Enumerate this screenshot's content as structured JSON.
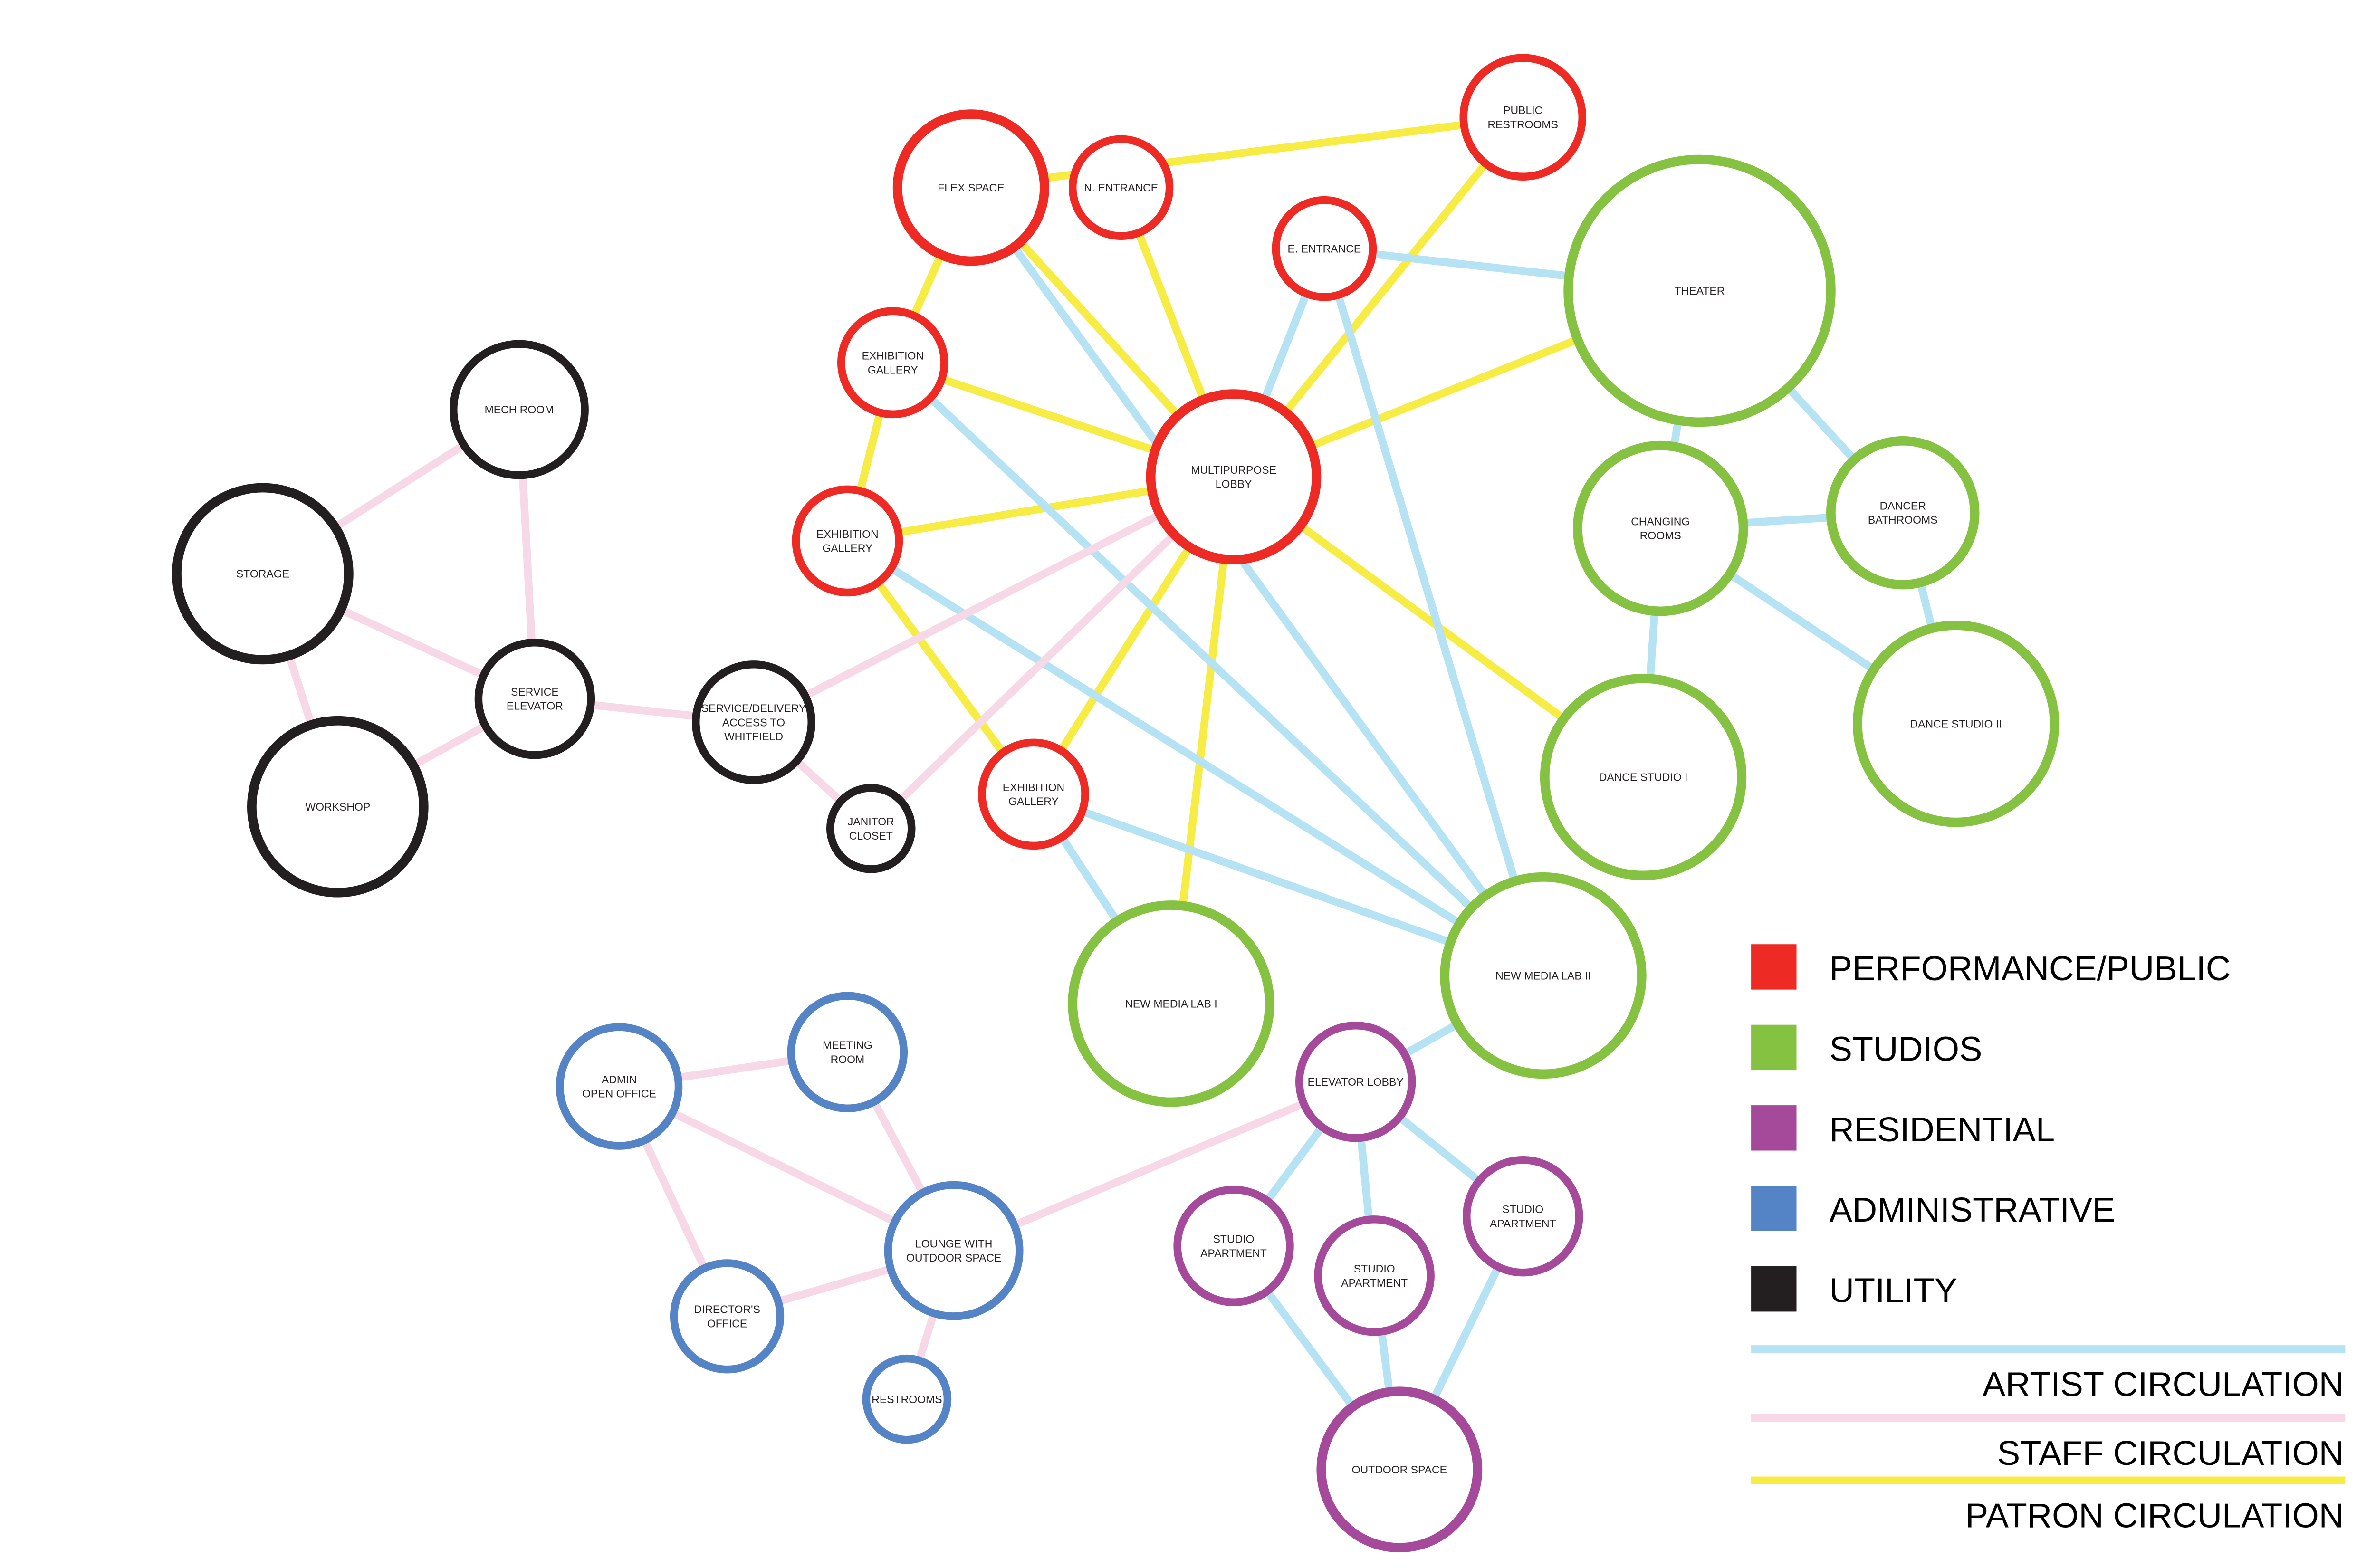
{
  "colors": {
    "performance": "#ee2a24",
    "studios": "#86c241",
    "residential": "#a54a9b",
    "administrative": "#5584c6",
    "utility": "#231f20",
    "artist": "#b6e3f4",
    "staff": "#f7d8e7",
    "patron": "#f6ec43"
  },
  "nodes": [
    {
      "id": "flex",
      "category": "performance",
      "label": [
        "FLEX SPACE"
      ]
    },
    {
      "id": "n_entrance",
      "category": "performance",
      "label": [
        "N. ENTRANCE"
      ]
    },
    {
      "id": "e_entrance",
      "category": "performance",
      "label": [
        "E. ENTRANCE"
      ]
    },
    {
      "id": "public_restrooms",
      "category": "performance",
      "label": [
        "PUBLIC",
        "RESTROOMS"
      ]
    },
    {
      "id": "exhibition_1",
      "category": "performance",
      "label": [
        "EXHIBITION",
        "GALLERY"
      ]
    },
    {
      "id": "exhibition_2",
      "category": "performance",
      "label": [
        "EXHIBITION",
        "GALLERY"
      ]
    },
    {
      "id": "multipurpose",
      "category": "performance",
      "label": [
        "MULTIPURPOSE",
        "LOBBY"
      ]
    },
    {
      "id": "exhibition_3",
      "category": "performance",
      "label": [
        "EXHIBITION",
        "GALLERY"
      ]
    },
    {
      "id": "theater",
      "category": "studios",
      "label": [
        "THEATER"
      ]
    },
    {
      "id": "changing",
      "category": "studios",
      "label": [
        "CHANGING",
        "ROOMS"
      ]
    },
    {
      "id": "dancer_bath",
      "category": "studios",
      "label": [
        "DANCER",
        "BATHROOMS"
      ]
    },
    {
      "id": "dance_1",
      "category": "studios",
      "label": [
        "DANCE STUDIO I"
      ]
    },
    {
      "id": "dance_2",
      "category": "studios",
      "label": [
        "DANCE STUDIO II"
      ]
    },
    {
      "id": "nml_1",
      "category": "studios",
      "label": [
        "NEW MEDIA LAB I"
      ]
    },
    {
      "id": "nml_2",
      "category": "studios",
      "label": [
        "NEW MEDIA LAB II"
      ]
    },
    {
      "id": "elevator_lobby",
      "category": "residential",
      "label": [
        "ELEVATOR LOBBY"
      ]
    },
    {
      "id": "apt_1",
      "category": "residential",
      "label": [
        "STUDIO",
        "APARTMENT"
      ]
    },
    {
      "id": "apt_2",
      "category": "residential",
      "label": [
        "STUDIO",
        "APARTMENT"
      ]
    },
    {
      "id": "apt_3",
      "category": "residential",
      "label": [
        "STUDIO",
        "APARTMENT"
      ]
    },
    {
      "id": "outdoor",
      "category": "residential",
      "label": [
        "OUTDOOR SPACE"
      ]
    },
    {
      "id": "admin",
      "category": "administrative",
      "label": [
        "ADMIN",
        "OPEN OFFICE"
      ]
    },
    {
      "id": "meeting",
      "category": "administrative",
      "label": [
        "MEETING",
        "ROOM"
      ]
    },
    {
      "id": "lounge",
      "category": "administrative",
      "label": [
        "LOUNGE WITH",
        "OUTDOOR SPACE"
      ]
    },
    {
      "id": "director",
      "category": "administrative",
      "label": [
        "DIRECTOR'S",
        "OFFICE"
      ]
    },
    {
      "id": "restrooms",
      "category": "administrative",
      "label": [
        "RESTROOMS"
      ]
    },
    {
      "id": "mech",
      "category": "utility",
      "label": [
        "MECH ROOM"
      ]
    },
    {
      "id": "storage",
      "category": "utility",
      "label": [
        "STORAGE"
      ]
    },
    {
      "id": "service_elevator",
      "category": "utility",
      "label": [
        "SERVICE",
        "ELEVATOR"
      ]
    },
    {
      "id": "workshop",
      "category": "utility",
      "label": [
        "WORKSHOP"
      ]
    },
    {
      "id": "service_delivery",
      "category": "utility",
      "label": [
        "SERVICE/DELIVERY",
        "ACCESS TO",
        "WHITFIELD"
      ]
    },
    {
      "id": "janitor",
      "category": "utility",
      "label": [
        "JANITOR",
        "CLOSET"
      ]
    }
  ],
  "edges": [
    {
      "type": "patron",
      "from": "flex",
      "to": "public_restrooms"
    },
    {
      "type": "patron",
      "from": "flex",
      "to": "exhibition_1"
    },
    {
      "type": "patron",
      "from": "flex",
      "to": "multipurpose"
    },
    {
      "type": "patron",
      "from": "n_entrance",
      "to": "multipurpose"
    },
    {
      "type": "patron",
      "from": "public_restrooms",
      "to": "multipurpose"
    },
    {
      "type": "patron",
      "from": "theater",
      "to": "multipurpose"
    },
    {
      "type": "patron",
      "from": "exhibition_1",
      "to": "multipurpose"
    },
    {
      "type": "patron",
      "from": "exhibition_1",
      "to": "exhibition_2"
    },
    {
      "type": "patron",
      "from": "exhibition_2",
      "to": "multipurpose"
    },
    {
      "type": "patron",
      "from": "exhibition_2",
      "to": "exhibition_3"
    },
    {
      "type": "patron",
      "from": "multipurpose",
      "to": "exhibition_3"
    },
    {
      "type": "patron",
      "from": "multipurpose",
      "to": "nml_1"
    },
    {
      "type": "patron",
      "from": "multipurpose",
      "to": "dance_1"
    },
    {
      "type": "artist",
      "from": "e_entrance",
      "to": "theater"
    },
    {
      "type": "artist",
      "from": "e_entrance",
      "to": "multipurpose"
    },
    {
      "type": "artist",
      "from": "e_entrance",
      "to": "nml_2"
    },
    {
      "type": "artist",
      "from": "flex",
      "to": "nml_2"
    },
    {
      "type": "artist",
      "from": "exhibition_1",
      "to": "nml_2"
    },
    {
      "type": "artist",
      "from": "exhibition_2",
      "to": "nml_2"
    },
    {
      "type": "artist",
      "from": "exhibition_3",
      "to": "nml_1"
    },
    {
      "type": "artist",
      "from": "exhibition_3",
      "to": "nml_2"
    },
    {
      "type": "artist",
      "from": "theater",
      "to": "changing"
    },
    {
      "type": "artist",
      "from": "theater",
      "to": "dancer_bath"
    },
    {
      "type": "artist",
      "from": "changing",
      "to": "dancer_bath"
    },
    {
      "type": "artist",
      "from": "changing",
      "to": "dance_1"
    },
    {
      "type": "artist",
      "from": "changing",
      "to": "dance_2"
    },
    {
      "type": "artist",
      "from": "dancer_bath",
      "to": "dance_2"
    },
    {
      "type": "artist",
      "from": "nml_2",
      "to": "elevator_lobby"
    },
    {
      "type": "artist",
      "from": "elevator_lobby",
      "to": "apt_1"
    },
    {
      "type": "artist",
      "from": "elevator_lobby",
      "to": "apt_2"
    },
    {
      "type": "artist",
      "from": "elevator_lobby",
      "to": "apt_3"
    },
    {
      "type": "artist",
      "from": "apt_1",
      "to": "outdoor"
    },
    {
      "type": "artist",
      "from": "apt_2",
      "to": "outdoor"
    },
    {
      "type": "artist",
      "from": "apt_3",
      "to": "outdoor"
    },
    {
      "type": "staff",
      "from": "mech",
      "to": "storage"
    },
    {
      "type": "staff",
      "from": "mech",
      "to": "service_elevator"
    },
    {
      "type": "staff",
      "from": "storage",
      "to": "service_elevator"
    },
    {
      "type": "staff",
      "from": "storage",
      "to": "workshop"
    },
    {
      "type": "staff",
      "from": "workshop",
      "to": "service_elevator"
    },
    {
      "type": "staff",
      "from": "service_elevator",
      "to": "service_delivery"
    },
    {
      "type": "staff",
      "from": "service_delivery",
      "to": "multipurpose"
    },
    {
      "type": "staff",
      "from": "service_delivery",
      "to": "janitor"
    },
    {
      "type": "staff",
      "from": "janitor",
      "to": "multipurpose"
    },
    {
      "type": "staff",
      "from": "admin",
      "to": "meeting"
    },
    {
      "type": "staff",
      "from": "admin",
      "to": "lounge"
    },
    {
      "type": "staff",
      "from": "admin",
      "to": "director"
    },
    {
      "type": "staff",
      "from": "meeting",
      "to": "lounge"
    },
    {
      "type": "staff",
      "from": "director",
      "to": "lounge"
    },
    {
      "type": "staff",
      "from": "lounge",
      "to": "restrooms"
    },
    {
      "type": "staff",
      "from": "lounge",
      "to": "elevator_lobby"
    }
  ],
  "legend": {
    "categories": [
      {
        "key": "performance",
        "label": "PERFORMANCE/PUBLIC"
      },
      {
        "key": "studios",
        "label": "STUDIOS"
      },
      {
        "key": "residential",
        "label": "RESIDENTIAL"
      },
      {
        "key": "administrative",
        "label": "ADMINISTRATIVE"
      },
      {
        "key": "utility",
        "label": "UTILITY"
      }
    ],
    "circulation": [
      {
        "key": "artist",
        "label": "ARTIST CIRCULATION"
      },
      {
        "key": "staff",
        "label": "STAFF CIRCULATION"
      },
      {
        "key": "patron",
        "label": "PATRON CIRCULATION"
      }
    ]
  }
}
